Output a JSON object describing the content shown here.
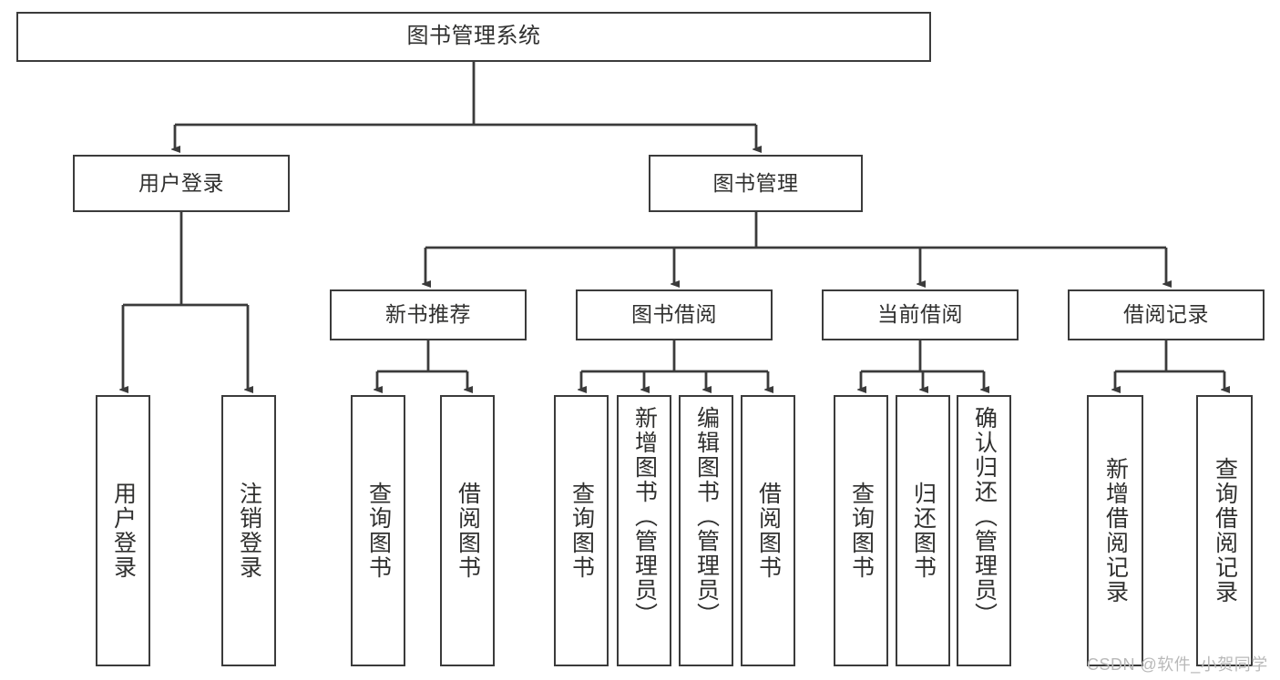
{
  "diagram": {
    "title": "图书管理系统",
    "type": "tree",
    "stroke_color": "#3b3b3b",
    "text_color": "#30302f",
    "background": "#ffffff",
    "root": {
      "id": "root",
      "label": "图书管理系统"
    },
    "level2": [
      {
        "id": "user-login",
        "label": "用户登录"
      },
      {
        "id": "book-manage",
        "label": "图书管理"
      }
    ],
    "level3": [
      {
        "id": "new-book-rec",
        "label": "新书推荐",
        "parent": "book-manage"
      },
      {
        "id": "book-borrow",
        "label": "图书借阅",
        "parent": "book-manage"
      },
      {
        "id": "current-borrow",
        "label": "当前借阅",
        "parent": "book-manage"
      },
      {
        "id": "borrow-record",
        "label": "借阅记录",
        "parent": "book-manage"
      }
    ],
    "leaves": [
      {
        "id": "leaf-user-login",
        "label": "用户登录",
        "parent": "user-login"
      },
      {
        "id": "leaf-user-logout",
        "label": "注销登录",
        "parent": "user-login"
      },
      {
        "id": "leaf-query-book-1",
        "label": "查询图书",
        "parent": "new-book-rec"
      },
      {
        "id": "leaf-borrow-book-1",
        "label": "借阅图书",
        "parent": "new-book-rec"
      },
      {
        "id": "leaf-query-book-2",
        "label": "查询图书",
        "parent": "book-borrow"
      },
      {
        "id": "leaf-add-book",
        "label": "新增图书（管理员）",
        "parent": "book-borrow"
      },
      {
        "id": "leaf-edit-book",
        "label": "编辑图书（管理员）",
        "parent": "book-borrow"
      },
      {
        "id": "leaf-borrow-book-2",
        "label": "借阅图书",
        "parent": "book-borrow"
      },
      {
        "id": "leaf-query-book-3",
        "label": "查询图书",
        "parent": "current-borrow"
      },
      {
        "id": "leaf-return-book",
        "label": "归还图书",
        "parent": "current-borrow"
      },
      {
        "id": "leaf-confirm-return",
        "label": "确认归还（管理员）",
        "parent": "current-borrow"
      },
      {
        "id": "leaf-add-record",
        "label": "新增借阅记录",
        "parent": "borrow-record"
      },
      {
        "id": "leaf-query-record",
        "label": "查询借阅记录",
        "parent": "borrow-record"
      }
    ],
    "watermark": "CSDN @软件_小贺同学"
  }
}
